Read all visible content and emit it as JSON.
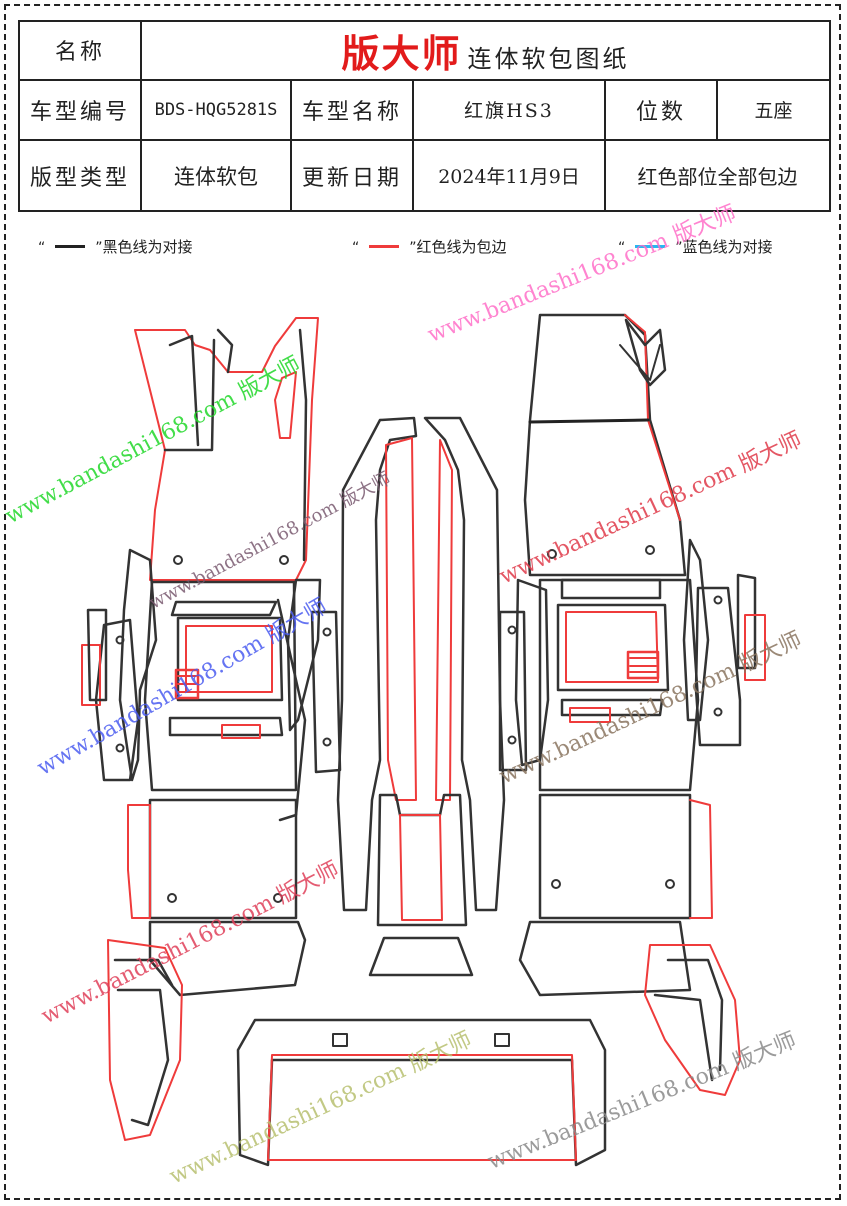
{
  "table": {
    "name_label": "名称",
    "brand": "版大师",
    "title_suffix": "连体软包图纸",
    "model_code_label": "车型编号",
    "model_code": "BDS-HQG5281S",
    "model_name_label": "车型名称",
    "model_name": "红旗HS3",
    "seats_label": "位数",
    "seats": "五座",
    "pattern_type_label": "版型类型",
    "pattern_type": "连体软包",
    "update_date_label": "更新日期",
    "update_date": "2024年11月9日",
    "note": "红色部位全部包边"
  },
  "legend": [
    {
      "open": "“",
      "close": "”",
      "text": "黑色线为对接",
      "color": "#222222"
    },
    {
      "open": "“",
      "close": "”",
      "text": "红色线为包边",
      "color": "#ef3b3b"
    },
    {
      "open": "“",
      "close": "”",
      "text": "蓝色线为对接",
      "color": "#29b6f0"
    }
  ],
  "watermarks": [
    {
      "text": "www.bandashi168.com 版大师",
      "color": "#22d82a"
    },
    {
      "text": "www.bandashi168.com 版大师",
      "color": "#ff6fc8"
    },
    {
      "text": "www.bandashi168.com 版大师",
      "color": "#e03a4a"
    },
    {
      "text": "www.bandashi168.com 版大师",
      "color": "#4b5cf0"
    },
    {
      "text": "www.bandashi168.com 版大师",
      "color": "#8a7560"
    },
    {
      "text": "www.bandashi168.com 版大师",
      "color": "#e0405a"
    },
    {
      "text": "www.bandashi168.com 版大师",
      "color": "#7a5a70"
    },
    {
      "text": "www.bandashi168.com 版大师",
      "color": "#b8c070"
    },
    {
      "text": "www.bandashi168.com 版大师",
      "color": "#8a8a8a"
    }
  ]
}
